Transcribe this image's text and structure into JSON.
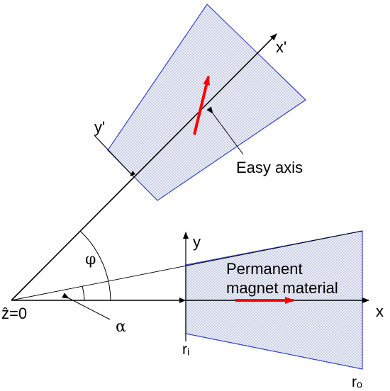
{
  "labels": {
    "x_prime": "x'",
    "y_prime": "y'",
    "x": "x",
    "y": "y",
    "easy_axis": "Easy axis",
    "permanent_line1": "Permanent",
    "permanent_line2": "magnet material",
    "z0": "ẑ=0",
    "phi": "φ",
    "alpha": "α",
    "ri": "rᵢ",
    "ro": "rₒ"
  },
  "colors": {
    "outline": "#3344cc",
    "fill_dot": "#7f8fbf",
    "arrow_red": "#ff0000",
    "line": "#000000"
  }
}
